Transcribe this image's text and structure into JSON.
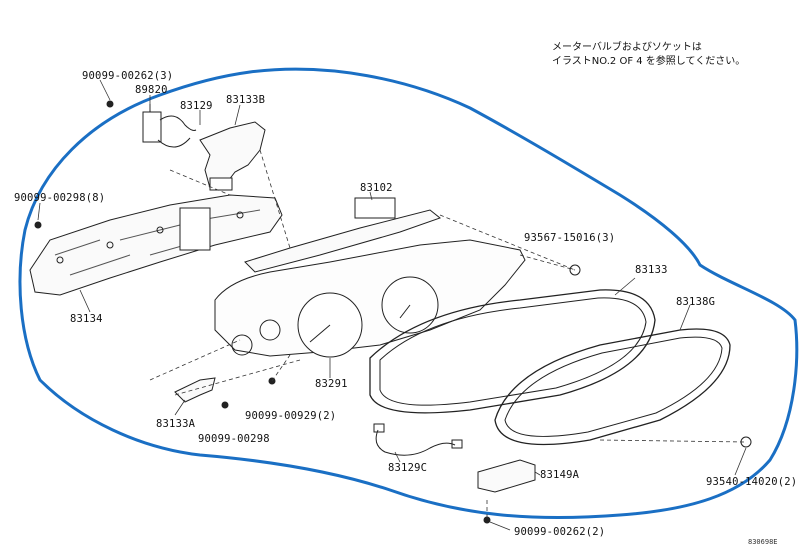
{
  "note": {
    "line1": "メーターバルブおよびソケットは",
    "line2": "イラストNO.2 OF 4 を参照してください。"
  },
  "parts": [
    {
      "id": "p1",
      "label": "90099-00262(3)"
    },
    {
      "id": "p2",
      "label": "89820"
    },
    {
      "id": "p3",
      "label": "83129"
    },
    {
      "id": "p4",
      "label": "83133B"
    },
    {
      "id": "p5",
      "label": "90099-00298(8)"
    },
    {
      "id": "p6",
      "label": "83102"
    },
    {
      "id": "p7",
      "label": "93567-15016(3)"
    },
    {
      "id": "p8",
      "label": "83133"
    },
    {
      "id": "p9",
      "label": "83138G"
    },
    {
      "id": "p10",
      "label": "83134"
    },
    {
      "id": "p11",
      "label": "83291"
    },
    {
      "id": "p12",
      "label": "83133A"
    },
    {
      "id": "p13",
      "label": "90099-00929(2)"
    },
    {
      "id": "p14",
      "label": "90099-00298"
    },
    {
      "id": "p15",
      "label": "83129C"
    },
    {
      "id": "p16",
      "label": "83149A"
    },
    {
      "id": "p17",
      "label": "93540-14020(2)"
    },
    {
      "id": "p18",
      "label": "90099-00262(2)"
    }
  ],
  "reference_code": "830698E",
  "colors": {
    "outline": "#1a6fc4",
    "ink": "#222222"
  }
}
